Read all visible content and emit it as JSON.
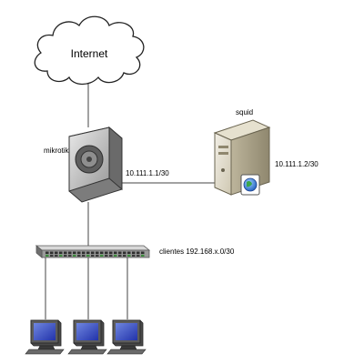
{
  "cloud": {
    "label": "Internet"
  },
  "router": {
    "label": "mikrotik",
    "ip": "10.111.1.1/30"
  },
  "proxy": {
    "label": "squid",
    "ip": "10.111.1.2/30"
  },
  "switch": {
    "label": "clientes 192.168.x.0/30"
  },
  "clients": [
    {
      "icon": "computer-monitor"
    },
    {
      "icon": "computer-monitor"
    },
    {
      "icon": "computer-monitor"
    }
  ]
}
